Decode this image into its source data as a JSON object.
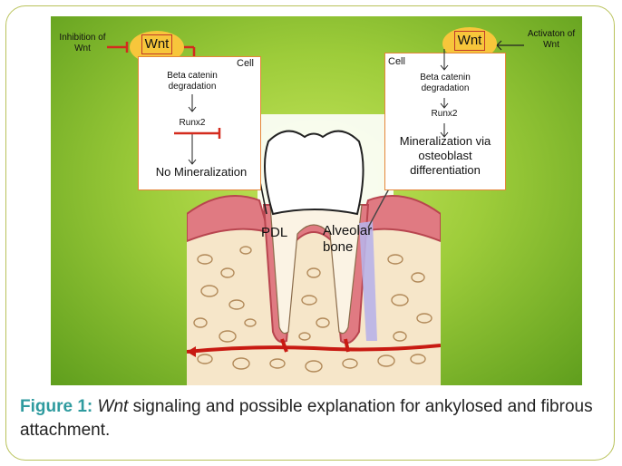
{
  "figure": {
    "left_panel": {
      "inhibition_note": "Inhibition of Wnt",
      "wnt_label": "Wnt",
      "cell_label": "Cell",
      "step1": "Beta catenin degradation",
      "step2": "Runx2",
      "result": "No Mineralization"
    },
    "right_panel": {
      "activation_note": "Activaton of Wnt",
      "wnt_label": "Wnt",
      "cell_label": "Cell",
      "step1": "Beta catenin degradation",
      "step2": "Runx2",
      "result": "Mineralization via osteoblast differentiation"
    },
    "labels": {
      "pdl": "PDL",
      "alveolar_bone": "Alveolar bone"
    },
    "colors": {
      "background": "#9dcc3a",
      "wnt_circle": "#f7c63b",
      "inhibit_line": "#d42b1e",
      "box_border": "#e5863a",
      "gum": "#e07a82",
      "bone": "#f2d9b5",
      "pdl_layer": "#b9b2e8"
    }
  },
  "caption": {
    "label": "Figure 1:",
    "italic": "Wnt",
    "text": " signaling and possible explanation for ankylosed and fibrous attachment."
  }
}
